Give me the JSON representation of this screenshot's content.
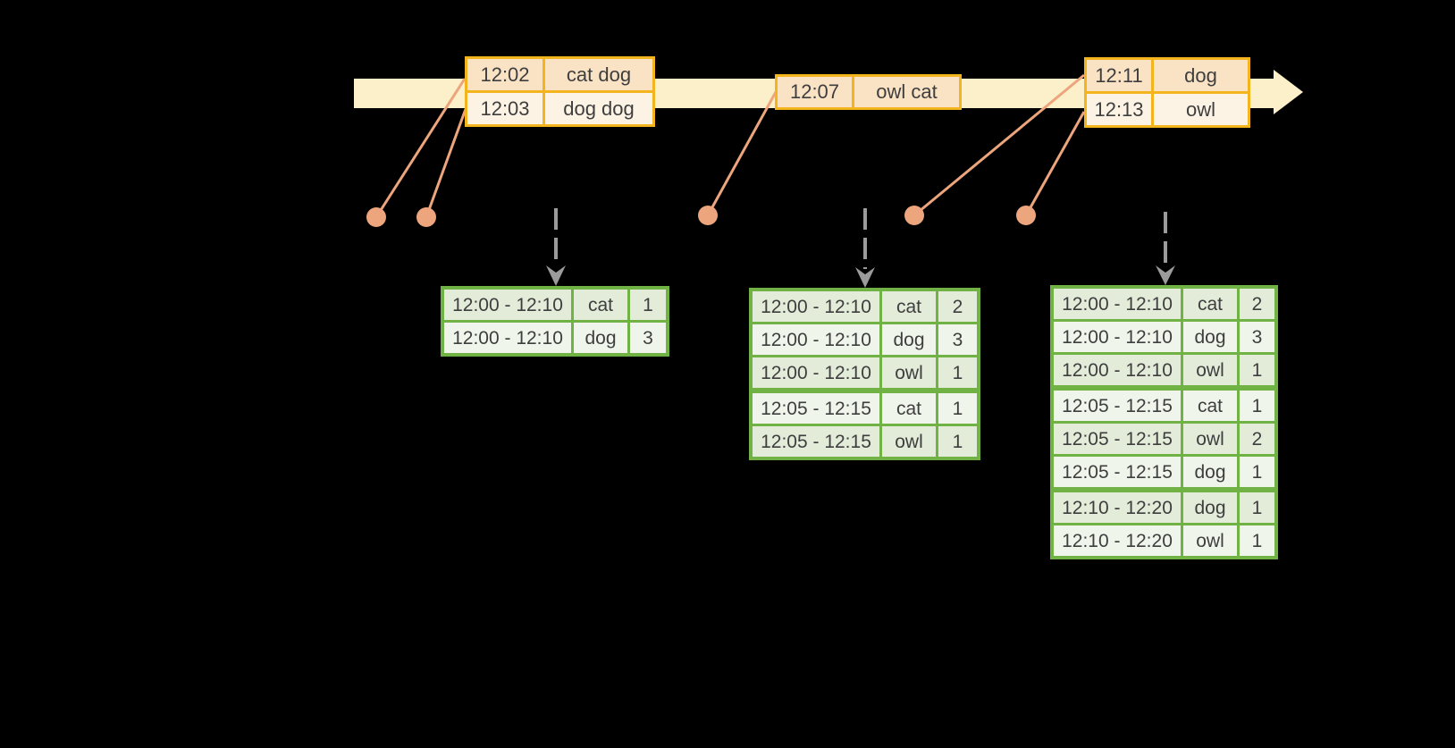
{
  "colors": {
    "background": "#000000",
    "timeline_band": "#FCF0CA",
    "event_border": "#F3B41E",
    "event_row_dark": "#FAE3C5",
    "event_row_light": "#FDF3E5",
    "dot": "#ECA57C",
    "dashed_arrow": "#9B9B9B",
    "result_border": "#70B244",
    "result_row_dark": "#E3EBD9",
    "result_row_light": "#F0F5EB",
    "text": "#3E3E3E"
  },
  "icons": {
    "timeline_arrowhead": "right-arrow-head",
    "trigger_arrowhead": "down-chevron-arrow-head",
    "event_marker": "filled-circle"
  },
  "event_tables": [
    {
      "rows": [
        {
          "time": "12:02",
          "words": "cat dog"
        },
        {
          "time": "12:03",
          "words": "dog dog"
        }
      ]
    },
    {
      "rows": [
        {
          "time": "12:07",
          "words": "owl cat"
        }
      ]
    },
    {
      "rows": [
        {
          "time": "12:11",
          "words": "dog"
        },
        {
          "time": "12:13",
          "words": "owl"
        }
      ]
    }
  ],
  "result_tables": [
    {
      "rows": [
        {
          "window": "12:00 - 12:10",
          "word": "cat",
          "count": "1"
        },
        {
          "window": "12:00 - 12:10",
          "word": "dog",
          "count": "3"
        }
      ]
    },
    {
      "rows": [
        {
          "window": "12:00 - 12:10",
          "word": "cat",
          "count": "2"
        },
        {
          "window": "12:00 - 12:10",
          "word": "dog",
          "count": "3"
        },
        {
          "window": "12:00 - 12:10",
          "word": "owl",
          "count": "1"
        },
        {
          "window": "12:05 - 12:15",
          "word": "cat",
          "count": "1"
        },
        {
          "window": "12:05 - 12:15",
          "word": "owl",
          "count": "1"
        }
      ]
    },
    {
      "rows": [
        {
          "window": "12:00 - 12:10",
          "word": "cat",
          "count": "2"
        },
        {
          "window": "12:00 - 12:10",
          "word": "dog",
          "count": "3"
        },
        {
          "window": "12:00 - 12:10",
          "word": "owl",
          "count": "1"
        },
        {
          "window": "12:05 - 12:15",
          "word": "cat",
          "count": "1"
        },
        {
          "window": "12:05 - 12:15",
          "word": "owl",
          "count": "2"
        },
        {
          "window": "12:05 - 12:15",
          "word": "dog",
          "count": "1"
        },
        {
          "window": "12:10 - 12:20",
          "word": "dog",
          "count": "1"
        },
        {
          "window": "12:10 - 12:20",
          "word": "owl",
          "count": "1"
        }
      ]
    }
  ]
}
